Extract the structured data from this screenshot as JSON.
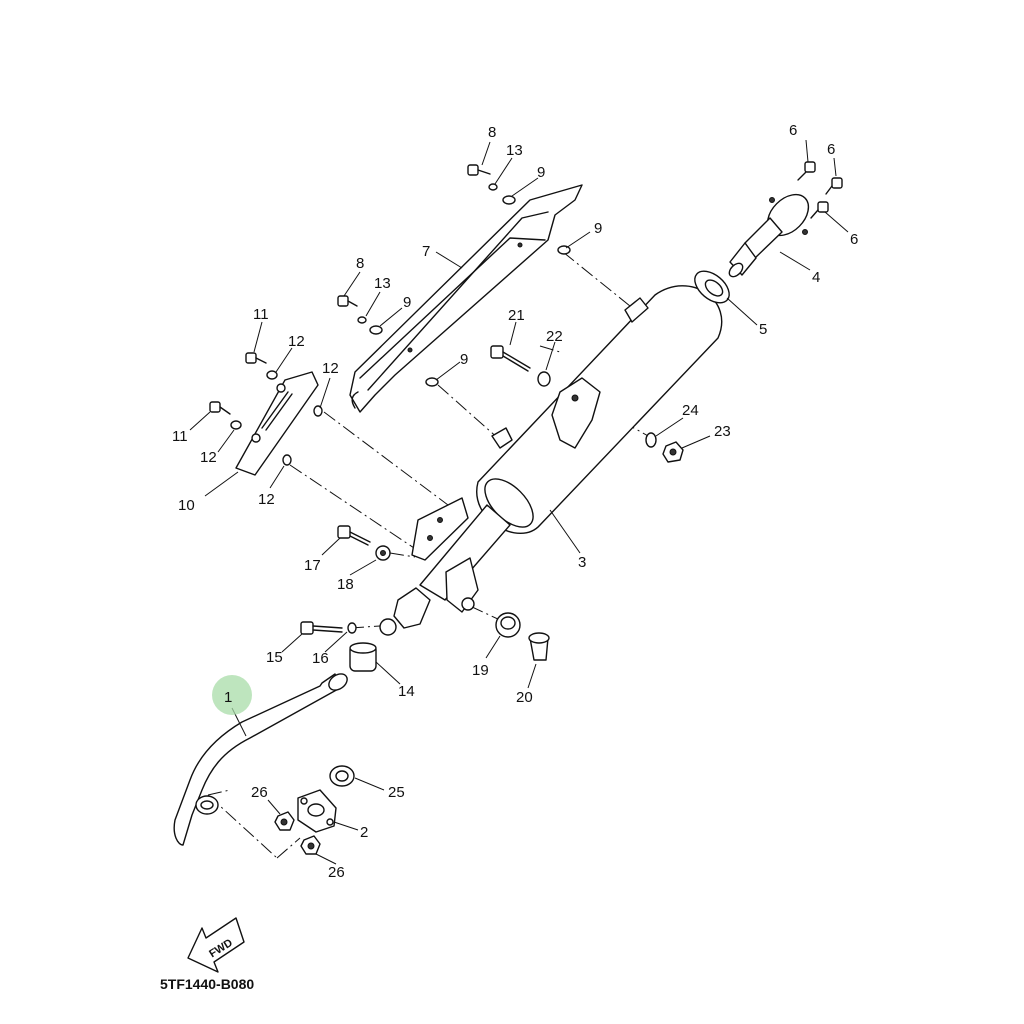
{
  "diagram": {
    "document_code": "5TF1440-B080",
    "fwd_label": "FWD",
    "highlight_color": "#8fd48f",
    "part_labels": {
      "p1": "1",
      "p2": "2",
      "p3": "3",
      "p4": "4",
      "p5": "5",
      "p6a": "6",
      "p6b": "6",
      "p6c": "6",
      "p7": "7",
      "p8a": "8",
      "p8b": "8",
      "p9a": "9",
      "p9b": "9",
      "p9c": "9",
      "p9d": "9",
      "p10": "10",
      "p11a": "11",
      "p11b": "11",
      "p12a": "12",
      "p12b": "12",
      "p12c": "12",
      "p12d": "12",
      "p13a": "13",
      "p13b": "13",
      "p14": "14",
      "p15": "15",
      "p16": "16",
      "p17": "17",
      "p18": "18",
      "p19": "19",
      "p20": "20",
      "p21": "21",
      "p22": "22",
      "p23": "23",
      "p24": "24",
      "p25": "25",
      "p26a": "26",
      "p26b": "26"
    }
  }
}
